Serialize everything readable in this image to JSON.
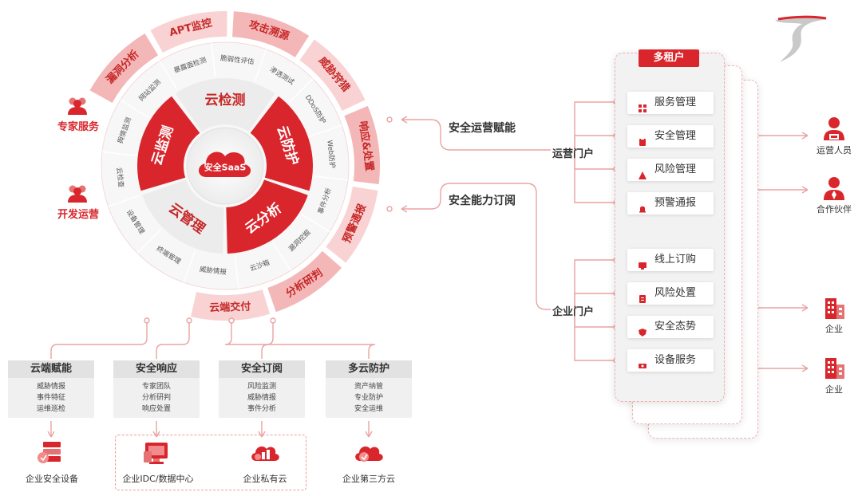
{
  "center": {
    "label": "安全SaaS"
  },
  "inner_segments": [
    "云检测",
    "云防护",
    "云分析",
    "云管理",
    "云监测"
  ],
  "middle_ring": [
    "暴露面检测",
    "脆弱性评估",
    "渗透测试",
    "DDoS防护",
    "Web防护",
    "事件分析",
    "漏洞挖掘",
    "云沙箱",
    "威胁情报",
    "终端管理",
    "设备管理",
    "云检查",
    "舆情监测",
    "网站监测"
  ],
  "outer_ring": [
    "漏洞分析",
    "APT监控",
    "攻击溯源",
    "威胁狩猎",
    "响应&处置",
    "预警通报",
    "分析研判",
    "云端交付"
  ],
  "side_labels": [
    "专家服务",
    "开发运营"
  ],
  "bottom_cards": [
    {
      "title": "云端赋能",
      "items": [
        "威胁情报",
        "事件特征",
        "运维巡检"
      ]
    },
    {
      "title": "安全响应",
      "items": [
        "专家团队",
        "分析研判",
        "响应处置"
      ]
    },
    {
      "title": "安全订阅",
      "items": [
        "风险监测",
        "威胁情报",
        "事件分析"
      ]
    },
    {
      "title": "多云防护",
      "items": [
        "资产纳管",
        "专业防护",
        "安全运维"
      ]
    }
  ],
  "destinations": [
    "企业安全设备",
    "企业IDC/数据中心",
    "企业私有云",
    "企业第三方云"
  ],
  "flows": [
    "安全运营赋能",
    "安全能力订阅"
  ],
  "portals": [
    "运营门户",
    "企业门户"
  ],
  "tenant": {
    "title": "多租户",
    "ops_items": [
      "服务管理",
      "安全管理",
      "风险管理",
      "预警通报"
    ],
    "ent_items": [
      "线上订购",
      "风险处置",
      "安全态势",
      "设备服务"
    ]
  },
  "actors": [
    "运营人员",
    "合作伙伴",
    "企业",
    "企业"
  ],
  "colors": {
    "primary": "#d9262c",
    "light": "#f2b8b8",
    "pale": "#fbe6e6",
    "grey": "#f0f0f0"
  }
}
